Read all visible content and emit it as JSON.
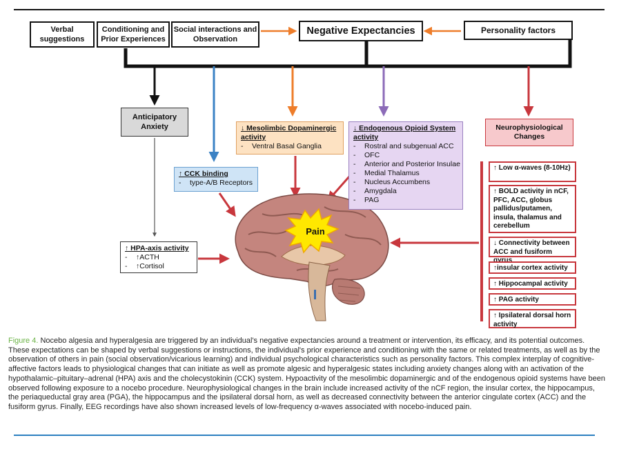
{
  "figure": {
    "top_boxes": {
      "verbal": [
        "Verbal",
        "suggestions"
      ],
      "conditioning": [
        "Conditioning and",
        "Prior Experiences"
      ],
      "social": [
        "Social interactions and",
        "Observation"
      ],
      "negative": "Negative Expectancies",
      "personality": "Personality factors"
    },
    "anticipatory": [
      "Anticipatory",
      "Anxiety"
    ],
    "mesolimbic": {
      "title": "↓ Mesolimbic Dopaminergic activity",
      "items": [
        "Ventral Basal Ganglia"
      ]
    },
    "opioid": {
      "title": "↓ Endogenous Opioid System activity",
      "items": [
        "Rostral and subgenual ACC",
        "OFC",
        "Anterior and Posterior Insulae",
        "Medial Thalamus",
        "Nucleus Accumbens",
        "Amygdala",
        "PAG"
      ]
    },
    "cck": {
      "title": "↑ CCK binding",
      "items": [
        "type-A/B Receptors"
      ]
    },
    "hpa": {
      "title": "↑ HPA-axis activity",
      "items": [
        "↑ACTH",
        "↑Cortisol"
      ]
    },
    "pain": "Pain",
    "neuro_header": [
      "Neurophysiological",
      "Changes"
    ],
    "neuro_items": [
      "↑ Low α-waves (8-10Hz)",
      "↑ BOLD activity in nCF, PFC, ACC, globus pallidus/putamen, insula, thalamus and cerebellum",
      "↓ Connectivity between ACC and fusiform gyrus",
      "↑insular cortex activity",
      "↑ Hippocampal activity",
      "↑ PAG activity",
      "↑ Ipsilateral dorsal horn activity"
    ]
  },
  "caption": {
    "label": "Figure 4.",
    "text": " Nocebo algesia and hyperalgesia are triggered by an individual's negative expectancies around a treatment or intervention, its efficacy, and its potential outcomes. These expectations can be shaped by verbal suggestions or instructions, the individual's prior experience and conditioning with the same or related treatments, as well as by the observation of others in pain (social observation/vicarious learning) and individual psychological characteristics such as personality factors. This complex interplay of cognitive-affective factors leads to physiological changes that can initiate as well as promote algesic and hyperalgesic states including anxiety changes along with an activation of the hypothalamic–pituitary–adrenal (HPA) axis and the cholecystokinin (CCK) system. Hypoactivity of the mesolimbic dopaminergic and of the endogenous opioid systems have been observed following exposure to a nocebo procedure. Neurophysiological changes in the brain include increased activity of the nCF region, the insular cortex, the hippocampus, the periaqueductal gray area (PGA), the hippocampus and the ipsilateral dorsal horn, as well as decreased connectivity between the anterior cingulate cortex (ACC) and the fusiform gyrus. Finally, EEG recordings have also shown increased levels of low-frequency α-waves associated with nocebo-induced pain."
  },
  "colors": {
    "top_rule": "#111111",
    "bottom_rule": "#2a7fc0",
    "red": "#c8373d",
    "orange": "#ee7d2a",
    "purple": "#8c6bb8",
    "blue": "#3b82c4",
    "neuro_fill": "#f7c9cc",
    "meso_fill": "#fde2c2",
    "opioid_fill": "#e6d6f2",
    "cck_fill": "#cfe4f6",
    "anx_fill": "#d9d9d9"
  }
}
